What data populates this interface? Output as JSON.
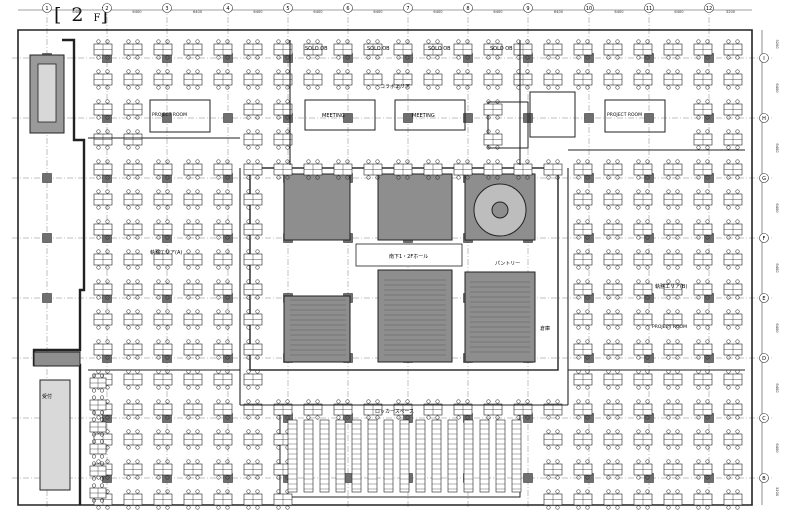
{
  "floor": {
    "open": "[",
    "number": "2",
    "suffix": "F",
    "close": "]"
  },
  "grid": {
    "columns": [
      "1",
      "2",
      "3",
      "4",
      "5",
      "6",
      "7",
      "8",
      "9",
      "10",
      "11",
      "12"
    ],
    "rows": [
      "I",
      "H",
      "G",
      "F",
      "E",
      "D",
      "C",
      "B"
    ],
    "column_dims": [
      "6400",
      "6400",
      "6400",
      "6400",
      "6400",
      "6400",
      "6400",
      "6400",
      "6400",
      "6400",
      "6400",
      "3200"
    ],
    "row_dims": [
      "3200",
      "6400",
      "6400",
      "6400",
      "6400",
      "6400",
      "6400",
      "6400",
      "3200"
    ]
  },
  "labels": {
    "solo_1": "SOLO OB",
    "solo_2": "SOLO OB",
    "solo_3": "SOLO OB",
    "solo_4": "SOLO OB",
    "collab_area": "コラボエリア",
    "elevator_hall": "南下1・2Fホール",
    "locker_space": "ロッカースペース",
    "free_area_left": "執務エリア(A)",
    "free_area_right": "執務エリア(B)",
    "project_room_1": "PROJECT ROOM",
    "project_room_2": "PROJECT ROOM",
    "project_room_3": "PROJECT ROOM",
    "meeting_1": "MEETING",
    "meeting_2": "MEETING",
    "pantry": "パントリー",
    "warehouse": "倉庫",
    "reception": "受付"
  },
  "colors": {
    "core": "#8e8e8e",
    "line": "#222222",
    "grid": "#555555"
  }
}
